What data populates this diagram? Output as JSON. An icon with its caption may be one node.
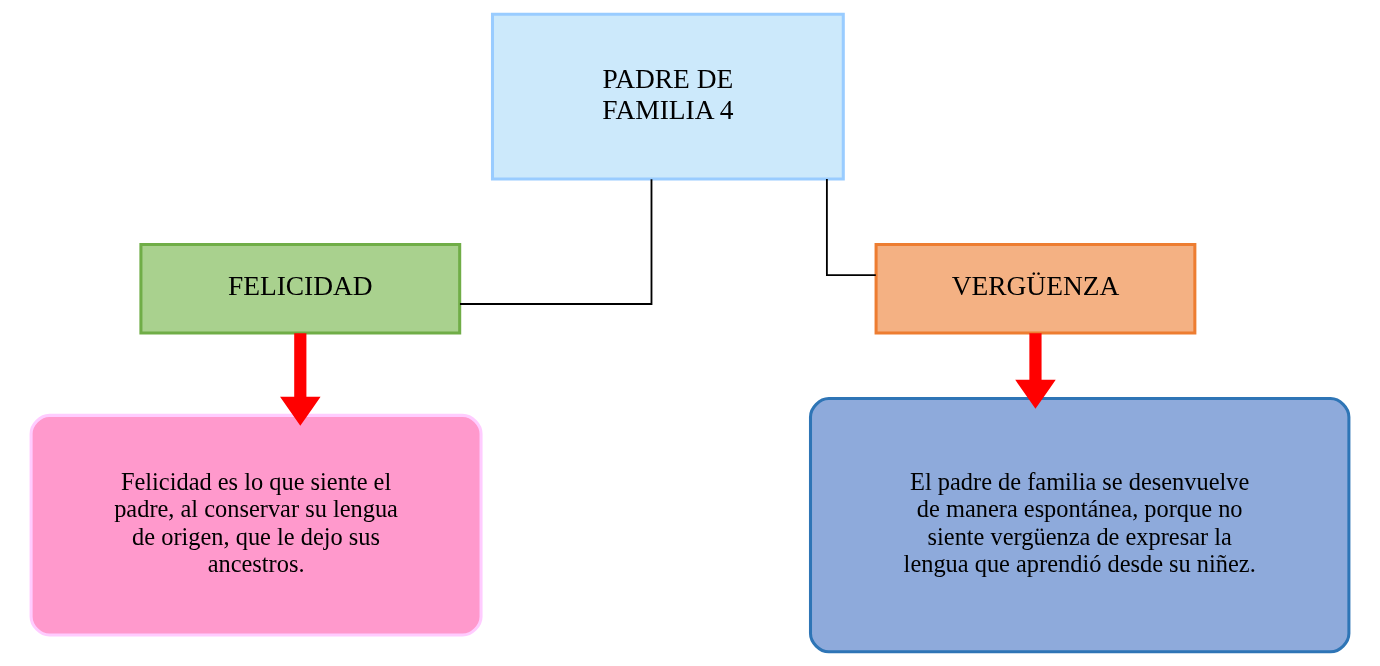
{
  "diagram": {
    "nodes": [
      {
        "text": [
          "PADRE DE FAMILIA 4"
        ]
      },
      {
        "text": [
          "FELICIDAD"
        ]
      },
      {
        "text": [
          "VERGÜENZA"
        ]
      },
      {
        "text": [
          "Felicidad es lo que siente el padre, al conservar su lengua de origen, que le dejo sus ancestros."
        ]
      },
      {
        "text": [
          "El padre de familia se desenvuelve de manera espontánea, porque no siente vergüenza de expresar la lengua que aprendió desde su niñez."
        ]
      }
    ],
    "edges": [
      {
        "from": 0,
        "to": 1,
        "arrow": "none"
      },
      {
        "from": 0,
        "to": 2,
        "arrow": "none"
      },
      {
        "from": 1,
        "to": 3,
        "arrow": "to",
        "style": "thick",
        "color": "#ff0000"
      },
      {
        "from": 2,
        "to": 4,
        "arrow": "to",
        "style": "thick",
        "color": "#ff0000"
      }
    ]
  }
}
